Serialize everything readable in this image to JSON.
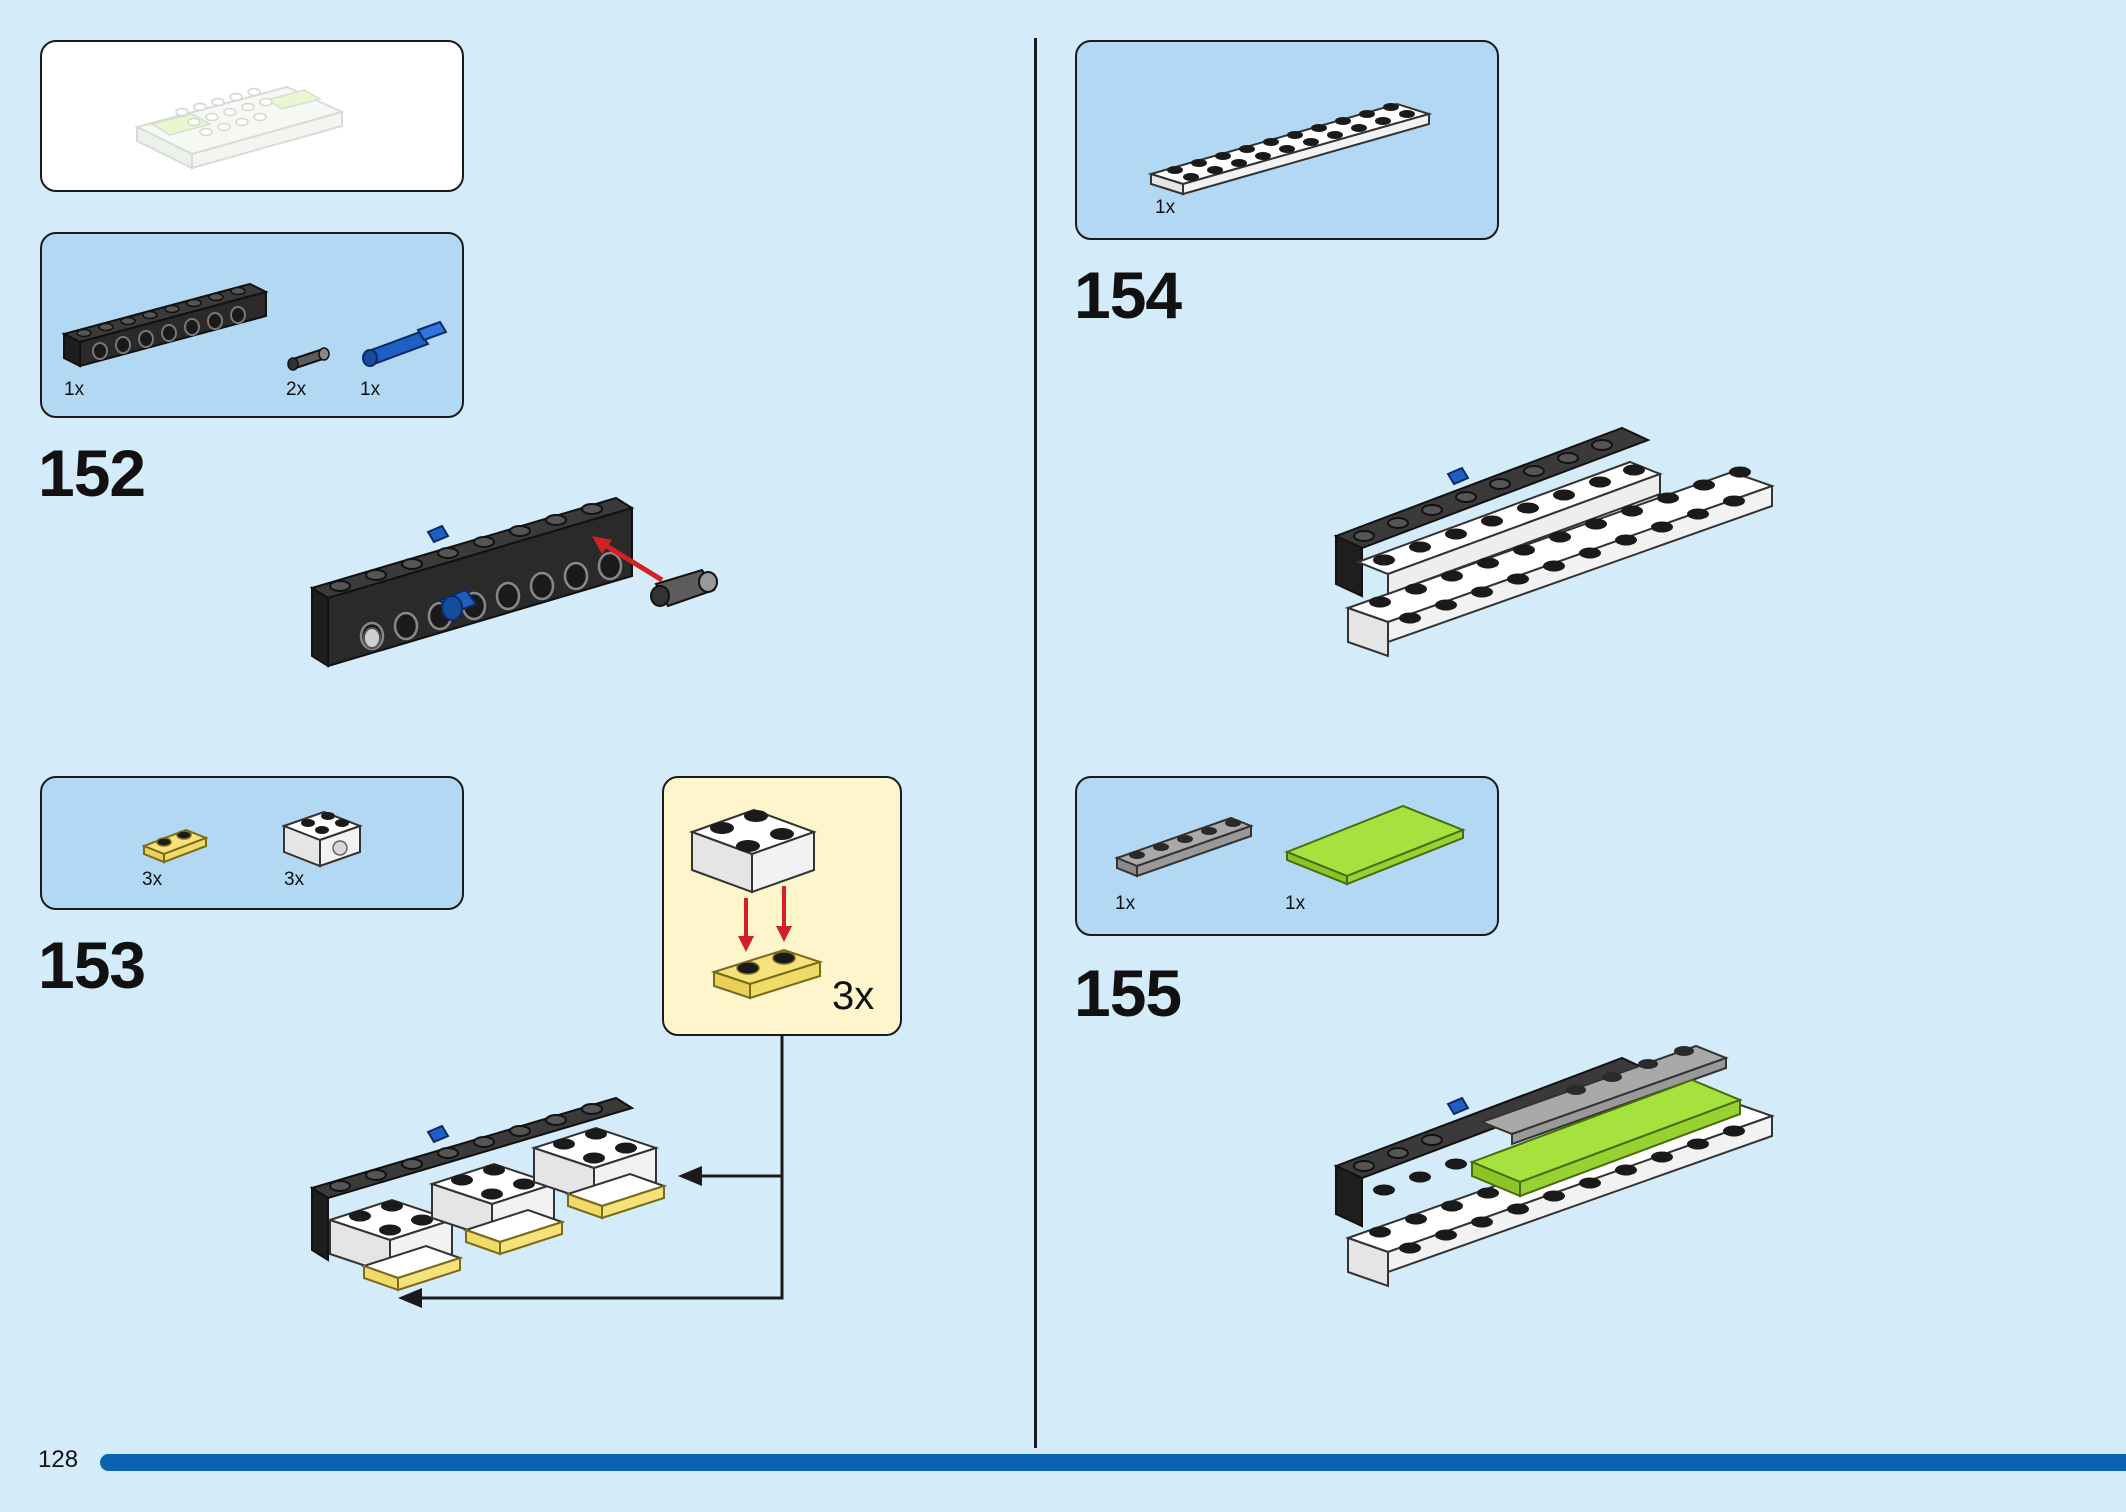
{
  "page": {
    "number": "128"
  },
  "steps": [
    {
      "number": "152",
      "parts": [
        {
          "qty": "1x",
          "icon": "black-technic-brick-icon"
        },
        {
          "qty": "2x",
          "icon": "gray-technic-pin-icon"
        },
        {
          "qty": "1x",
          "icon": "blue-axle-pin-icon"
        }
      ]
    },
    {
      "number": "153",
      "parts": [
        {
          "qty": "3x",
          "icon": "yellow-transparent-plate-icon"
        },
        {
          "qty": "3x",
          "icon": "white-bracket-brick-icon"
        }
      ],
      "callout": {
        "qty": "3x"
      }
    },
    {
      "number": "154",
      "parts": [
        {
          "qty": "1x",
          "icon": "white-long-plate-icon"
        }
      ]
    },
    {
      "number": "155",
      "parts": [
        {
          "qty": "1x",
          "icon": "gray-plate-icon"
        },
        {
          "qty": "1x",
          "icon": "lime-tile-icon"
        }
      ]
    }
  ],
  "colors": {
    "background": "#d4ebfa",
    "parts_panel": "#b3d8f3",
    "callout_panel": "#fff5cc",
    "arrow_red": "#d32027",
    "bar_blue": "#0b62b0",
    "lime": "#a6e23d",
    "technic_blue": "#1f5fc4"
  }
}
